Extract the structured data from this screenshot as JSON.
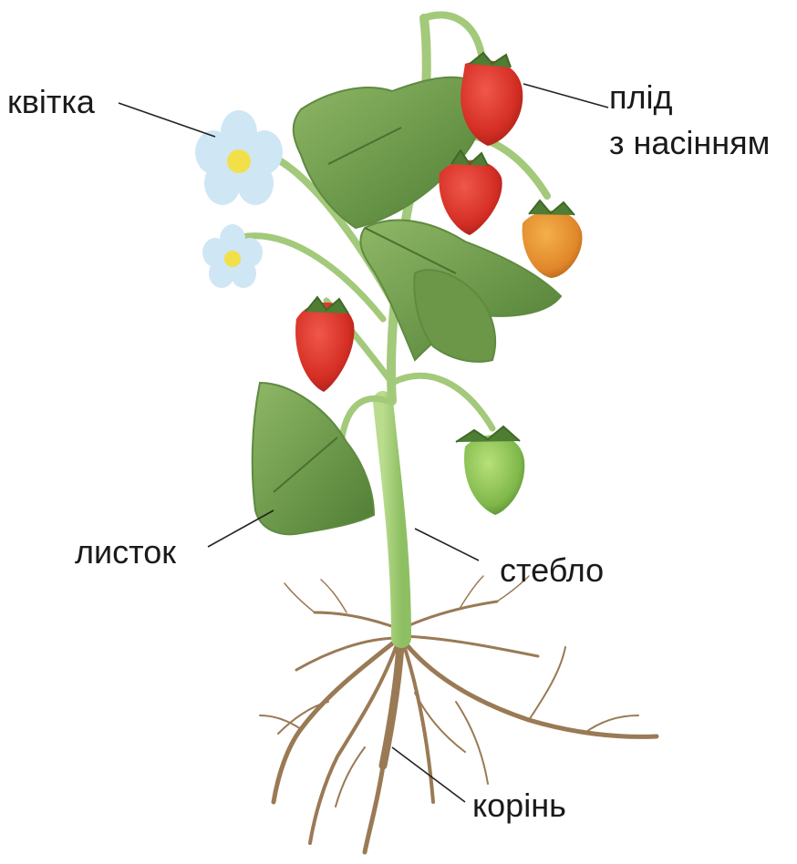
{
  "labels": {
    "flower": "квітка",
    "fruit_line1": "плід",
    "fruit_line2": "з насінням",
    "leaf": "листок",
    "stem": "стебло",
    "root": "корінь"
  },
  "colors": {
    "berry_red": "#d9342b",
    "berry_orange": "#e08a2a",
    "berry_green": "#7fb84a",
    "leaf_green": "#6f9a4a",
    "stem_green": "#a9cf7e",
    "root_brown": "#9a7a55",
    "petal_blue": "#cfe6f5",
    "flower_center": "#f2e04a"
  }
}
